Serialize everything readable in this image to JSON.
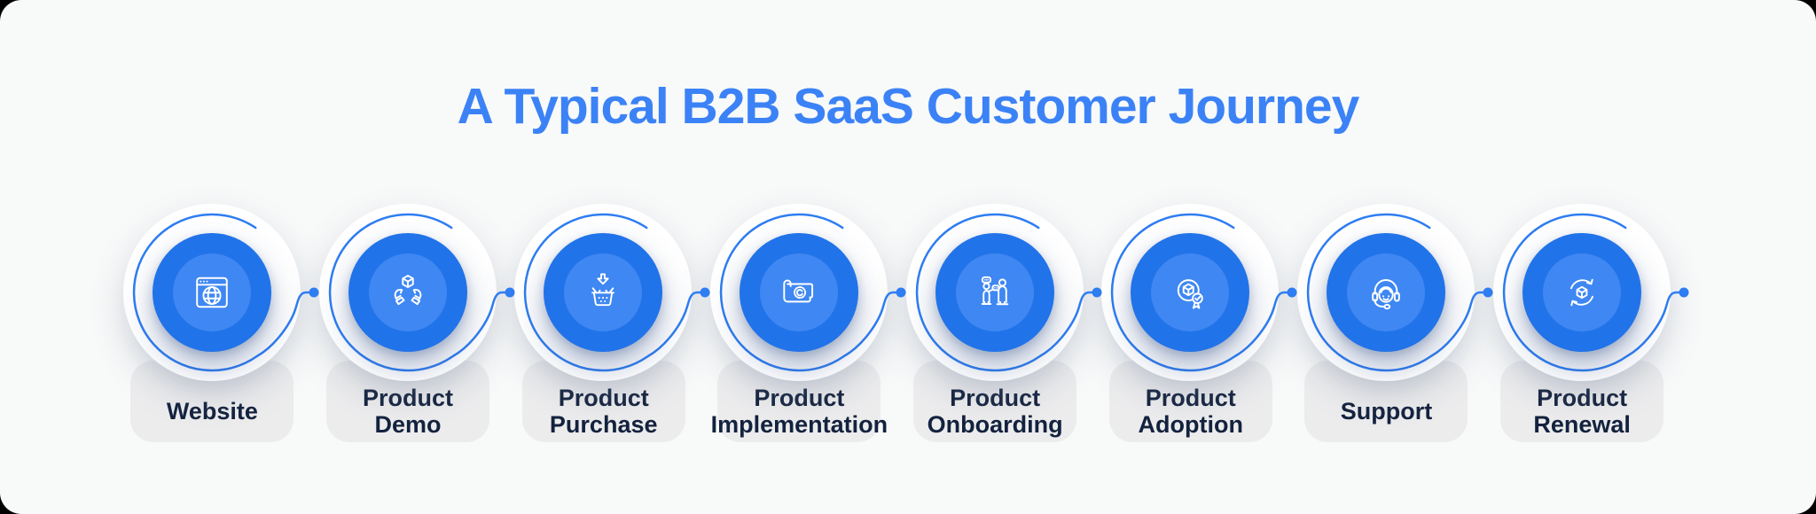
{
  "title": "A Typical B2B SaaS Customer Journey",
  "colors": {
    "page_bg": "#000000",
    "card_bg": "#f8f9f9",
    "accent_blue": "#3b82f6",
    "ring_line": "#2e7df2",
    "circle_outer": "#2173e9",
    "circle_inner": "#3f87f2",
    "pill_bg": "#ececed",
    "label_text": "#13223e"
  },
  "journey": {
    "steps": [
      {
        "id": "website",
        "label": "Website",
        "icon": "browser-globe-icon"
      },
      {
        "id": "product-demo",
        "label": "Product Demo",
        "icon": "hands-cube-icon"
      },
      {
        "id": "product-purchase",
        "label": "Product\nPurchase",
        "icon": "basket-arrow-icon"
      },
      {
        "id": "product-implementation",
        "label": "Product\nImplementation",
        "icon": "blueprint-gear-icon"
      },
      {
        "id": "product-onboarding",
        "label": "Product\nOnboarding",
        "icon": "onboarding-people-icon"
      },
      {
        "id": "product-adoption",
        "label": "Product\nAdoption",
        "icon": "adoption-badge-icon"
      },
      {
        "id": "support",
        "label": "Support",
        "icon": "support-headset-icon"
      },
      {
        "id": "product-renewal",
        "label": "Product\nRenewal",
        "icon": "renewal-cube-arrows-icon"
      }
    ]
  }
}
